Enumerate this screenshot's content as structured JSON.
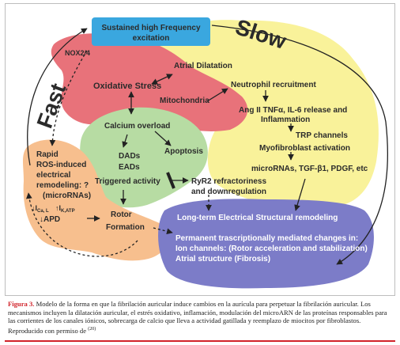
{
  "diagram": {
    "fast_label": "Fast",
    "slow_label": "Slow",
    "nox": "NOX2/4",
    "sustained": [
      "Sustained high Frequency",
      "excitation"
    ],
    "oxidative": "Oxidative Stress",
    "mitochondria": "Mitochondria",
    "atrial_dilatation": "Atrial Dilatation",
    "neutrophil": "Neutrophil recruitment",
    "angii": [
      "Ang II  TNFα, IL-6 release and",
      "Inflammation"
    ],
    "trp": "TRP channels",
    "myofibroblast": "Myofibroblast activation",
    "micrornas": "microRNAs, TGF-β1,  PDGF, etc",
    "calcium": "Calcium overload",
    "dads": "DADs",
    "eads": "EADs",
    "triggered": "Triggered activity",
    "apoptosis": "Apoptosis",
    "ryr2": [
      "RyR2 refractoriness",
      "and downregulation"
    ],
    "rapid": [
      "Rapid",
      "ROS-induced",
      "electrical",
      "remodeling: ?",
      "(microRNAs)"
    ],
    "ica": "↓I",
    "ica_sub": "Ca, L",
    "ik": "↑I",
    "ik_sub": "K,ATP",
    "apd": "↓APD",
    "rotor": [
      "Rotor",
      "Formation"
    ],
    "longterm": "Long-term Electrical  Structural remodeling",
    "permanent": [
      "Permanent trascriptionally mediated changes in:",
      "Ion channels: (Rotor acceleration and stabilization)",
      "Atrial structure (Fibrosis)"
    ]
  },
  "caption": {
    "figure_label": "Figura 3.",
    "text": " Modelo de la forma en que la fibrilación auricular induce cambios en la aurícula para perpetuar la fibrilación auricular. Los mecanismos incluyen la dilatación auricular, el estrés oxidativo, inflamación, modulación del microARN de las proteínas responsables para las corrientes de los canales iónicos, sobrecarga de calcio que lleva a actividad gatillada y reemplazo de miocitos por fibroblastos. Reproducido con permiso de ",
    "ref": "(20)"
  },
  "colors": {
    "blue_box": "#3aa7df",
    "red_blob": "#e8727a",
    "yellow_blob": "#f9f29a",
    "green_blob": "#b7dca3",
    "orange_blob": "#f7bf8e",
    "purple_blob": "#7c7cc8",
    "caption_accent": "#d1232a"
  }
}
